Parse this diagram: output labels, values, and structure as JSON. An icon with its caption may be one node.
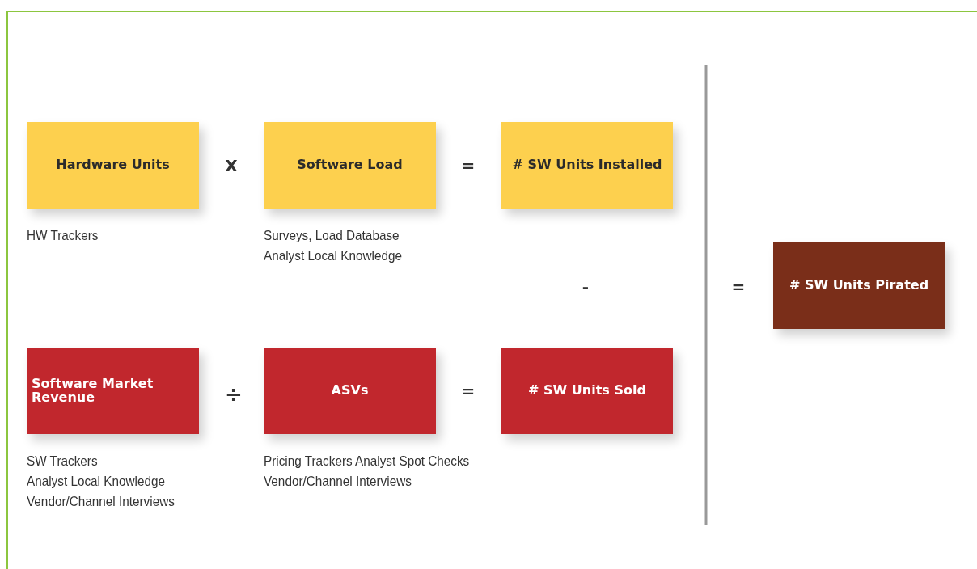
{
  "diagram": {
    "nodes": [
      {
        "text": [
          "Hardware Units"
        ],
        "beside": [
          "HW Trackers"
        ]
      },
      {
        "text": [
          "Software Load"
        ],
        "beside": [
          "Surveys, Load Database",
          "Analyst Local Knowledge"
        ]
      },
      {
        "text": [
          "# SW Units Installed"
        ]
      },
      {
        "text": [
          "# SW Units Pirated"
        ]
      },
      {
        "text": [
          "Software Market Revenue"
        ],
        "beside": [
          "SW Trackers",
          "Analyst Local Knowledge",
          "Vendor/Channel Interviews"
        ]
      },
      {
        "text": [
          "ASVs"
        ],
        "beside": [
          "Pricing Trackers Analyst Spot Checks",
          "Vendor/Channel Interviews"
        ]
      },
      {
        "text": [
          "# SW Units Sold"
        ]
      }
    ],
    "labels": [
      "X",
      "=",
      "-",
      "=",
      "÷",
      "="
    ]
  }
}
